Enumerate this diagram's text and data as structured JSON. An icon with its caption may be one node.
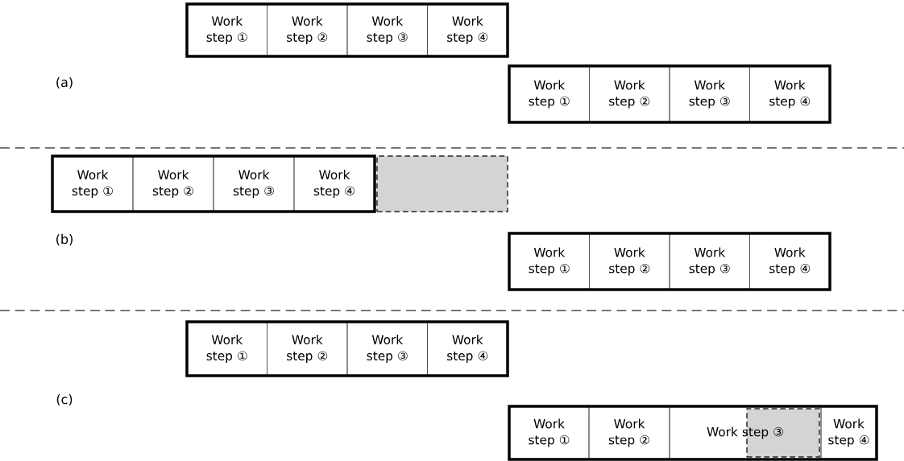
{
  "diagram": {
    "nodes": [
      {
        "text": [],
        "shape": "bar"
      },
      {
        "text": [
          "Work step ①"
        ],
        "in": 0
      },
      {
        "text": [
          "Work step ②"
        ],
        "in": 0
      },
      {
        "text": [
          "Work step ③"
        ],
        "in": 0
      },
      {
        "text": [
          "Work step ④"
        ],
        "in": 0
      },
      {
        "text": [],
        "shape": "bar"
      },
      {
        "text": [
          "Work step ①"
        ],
        "in": 5
      },
      {
        "text": [
          "Work step ②"
        ],
        "in": 5
      },
      {
        "text": [
          "Work step ③"
        ],
        "in": 5
      },
      {
        "text": [
          "Work step ④"
        ],
        "in": 5
      },
      {
        "text": [],
        "shape": "bar"
      },
      {
        "text": [
          "Work step ①"
        ],
        "in": 10
      },
      {
        "text": [
          "Work step ②"
        ],
        "in": 10
      },
      {
        "text": [
          "Work step ③"
        ],
        "in": 10
      },
      {
        "text": [
          "Work step ④"
        ],
        "in": 10
      },
      {
        "text": [],
        "shape": "box"
      },
      {
        "text": [],
        "shape": "bar"
      },
      {
        "text": [
          "Work step ①"
        ],
        "in": 16
      },
      {
        "text": [
          "Work step ②"
        ],
        "in": 16
      },
      {
        "text": [
          "Work step ③"
        ],
        "in": 16
      },
      {
        "text": [
          "Work step ④"
        ],
        "in": 16
      },
      {
        "text": [],
        "shape": "bar"
      },
      {
        "text": [
          "Work step ①"
        ],
        "in": 21
      },
      {
        "text": [
          "Work step ②"
        ],
        "in": 21
      },
      {
        "text": [
          "Work step ③"
        ],
        "in": 21
      },
      {
        "text": [
          "Work step ④"
        ],
        "in": 21
      },
      {
        "text": [],
        "shape": "bar"
      },
      {
        "text": [
          "Work step ①"
        ],
        "in": 26
      },
      {
        "text": [
          "Work step ②"
        ],
        "in": 26
      },
      {
        "text": [
          "Work step ③"
        ],
        "in": 26
      },
      {
        "text": [],
        "shape": "box",
        "in": 29
      },
      {
        "text": [
          "Work step ④"
        ],
        "in": 26
      }
    ],
    "labels": [
      "(a)",
      "(b)",
      "(c)"
    ]
  }
}
